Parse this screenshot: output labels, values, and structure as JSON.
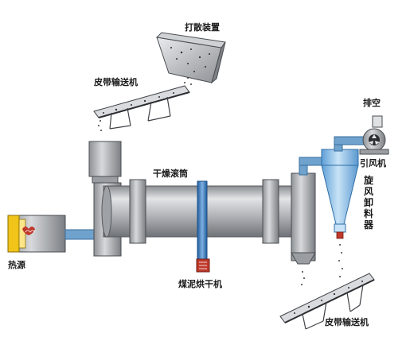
{
  "labels": {
    "crusher": "打散装置",
    "belt_top": "皮带输送机",
    "drum": "干燥滚筒",
    "exhaust": "排空",
    "fan": "引风机",
    "cyclone": "旋风卸料器",
    "heat_source": "热源",
    "machine": "煤泥烘干机",
    "belt_bottom": "皮带输送机"
  },
  "colors": {
    "drum": "#b9bcc0",
    "pipe": "#6fa2cc",
    "shaft": "#2f6fb3",
    "cyclone": "#7fb6e2",
    "heat_accent": "#f0c419",
    "flame": "#c0392b"
  }
}
